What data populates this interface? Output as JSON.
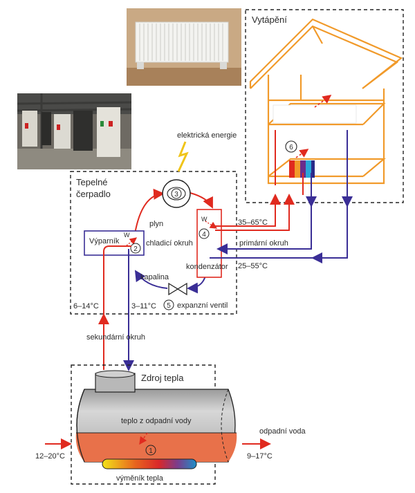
{
  "colors": {
    "hot": "#e02a1f",
    "cold": "#3a2e96",
    "house": "#f19a2a",
    "tank_water": "#e8714a",
    "tank_body": "#b8b8b8",
    "lightning": "#f0c419",
    "dashed": "#222222"
  },
  "labels": {
    "heating": "Vytápění",
    "heat_pump_line1": "Tepelné",
    "heat_pump_line2": "čerpadlo",
    "electric_energy": "elektrická energie",
    "gas": "plyn",
    "evaporator": "Výparník",
    "cooling_circuit": "chladicí okruh",
    "liquid": "kapalina",
    "condenser": "kondenzátor",
    "expansion_valve": "expanzní ventil",
    "primary_circuit": "primární okruh",
    "secondary_circuit": "sekundární okruh",
    "heat_source": "Zdroj tepla",
    "heat_from_wastewater": "teplo z odpadní vody",
    "wastewater": "odpadní voda",
    "heat_exchanger": "výměník tepla",
    "w_evaporator": "W",
    "w_condenser": "W"
  },
  "temperatures": {
    "primary_hot": "35–65°C",
    "primary_return": "25–55°C",
    "secondary_hot": "6–14°C",
    "secondary_cold": "3–11°C",
    "wastewater_in": "12–20°C",
    "wastewater_out": "9–17°C"
  },
  "markers": [
    "1",
    "2",
    "3",
    "4",
    "5",
    "6"
  ]
}
